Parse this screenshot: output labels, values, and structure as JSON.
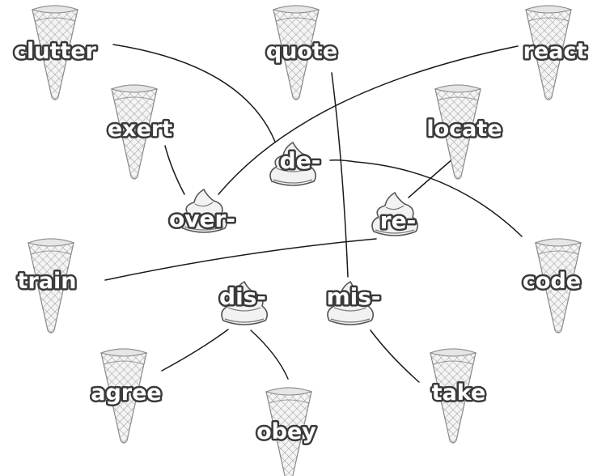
{
  "words": [
    "clutter",
    "quote",
    "react",
    "exert",
    "locate",
    "train",
    "code",
    "agree",
    "obey",
    "take"
  ],
  "prefixes": [
    "de-",
    "over-",
    "re-",
    "dis-",
    "mis-"
  ],
  "connections": [
    {
      "word": "clutter",
      "prefix": "de-"
    },
    {
      "word": "code",
      "prefix": "de-"
    },
    {
      "word": "react",
      "prefix": "over-"
    },
    {
      "word": "exert",
      "prefix": "over-"
    },
    {
      "word": "locate",
      "prefix": "re-"
    },
    {
      "word": "train",
      "prefix": "re-"
    },
    {
      "word": "quote",
      "prefix": "mis-"
    },
    {
      "word": "take",
      "prefix": "mis-"
    },
    {
      "word": "agree",
      "prefix": "dis-"
    },
    {
      "word": "obey",
      "prefix": "dis-"
    }
  ],
  "icons": {
    "word": "waffle-cone-icon",
    "prefix": "ice-cream-swirl-icon"
  }
}
